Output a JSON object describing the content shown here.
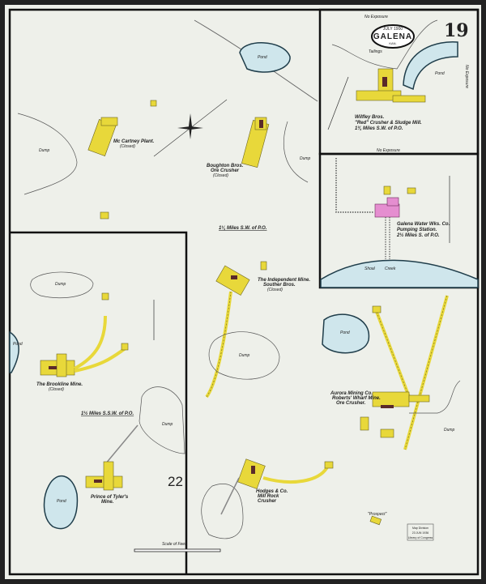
{
  "sheet": {
    "number": "19",
    "inset_number": "22",
    "title": {
      "date": "JULY 1900",
      "town": "GALENA",
      "state": "KAN."
    }
  },
  "colors": {
    "paper": "#eef0ea",
    "building": "#e8d83a",
    "pond": "#cfe6ec",
    "brick": "#e58ed0"
  },
  "labels": {
    "no_exposure_top": "No Exposure",
    "no_exposure_side": "No Exposure",
    "no_exposure_mid": "No Exposure",
    "tailings": "Tailings",
    "wilfley_1": "Wilfley Bros.",
    "wilfley_2": "\"Red\" Crusher & Sludge Mill.",
    "wilfley_3": "1¾ Miles S.W. of P.O.",
    "galena_water_1": "Galena Water Wks. Co.",
    "galena_water_2": "Pumping Station.",
    "galena_water_3": "2½ Miles S. of P.O.",
    "shoal": "Shoal",
    "creek": "Creek",
    "mccartney_1": "Mc Cartney Plant.",
    "mccartney_2": "(Closed)",
    "boughton_1": "Boughton Bros.",
    "boughton_2": "Ore Crusher",
    "boughton_3": "(Closed)",
    "miles_sw": "1¼ Miles S.W. of P.O.",
    "independent_1": "The Independent Mine.",
    "independent_2": "Souther Bros.",
    "independent_3": "(Closed)",
    "brookline_1": "The Brookline Mine.",
    "brookline_2": "(Closed)",
    "miles_ssw": "1½ Miles S.S.W. of P.O.",
    "prince_1": "Prince of Tyler's",
    "prince_2": "Mine.",
    "aurora_1": "Aurora Mining Co.",
    "aurora_2": "Roberts' Wharf Mine.",
    "aurora_3": "Ore Crusher.",
    "hodges_1": "Hodges & Co.",
    "hodges_2": "Mill Rock",
    "hodges_3": "Crusher",
    "prospect": "\"Prospect\"",
    "scale": "Scale of Feet.",
    "pond": "Pond",
    "dump": "Dump",
    "stamp_1": "Map Division",
    "stamp_2": "23 JUN 1936",
    "stamp_3": "Library of Congress"
  }
}
